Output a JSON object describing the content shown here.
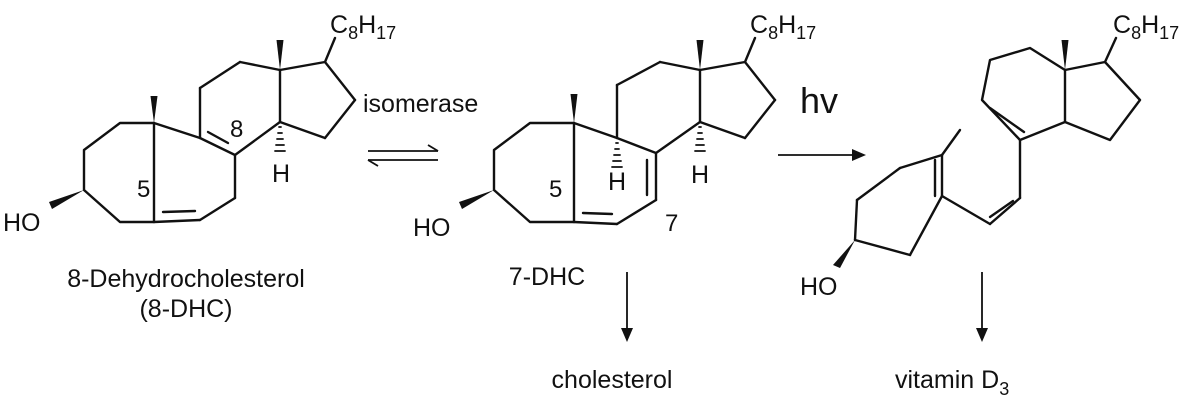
{
  "molecules": {
    "dhc8": {
      "substituent": {
        "base": "C",
        "sub1": "8",
        "mid": "H",
        "sub2": "17"
      },
      "ho_label": "HO",
      "locant_5": "5",
      "locant_8": "8",
      "h_label": "H",
      "name_line1": "8-Dehydrocholesterol",
      "name_line2": "(8-DHC)"
    },
    "dhc7": {
      "substituent": {
        "base": "C",
        "sub1": "8",
        "mid": "H",
        "sub2": "17"
      },
      "ho_label": "HO",
      "locant_5": "5",
      "locant_7": "7",
      "h_label_9": "H",
      "h_label_14": "H",
      "name": "7-DHC"
    },
    "vitd3": {
      "substituent": {
        "base": "C",
        "sub1": "8",
        "mid": "H",
        "sub2": "17"
      },
      "ho_label": "HO"
    }
  },
  "arrows": {
    "isomerase_label": "isomerase",
    "hv_label": "hv"
  },
  "products": {
    "cholesterol": "cholesterol",
    "vitamin_d3": {
      "base": "vitamin D",
      "sub": "3"
    }
  }
}
